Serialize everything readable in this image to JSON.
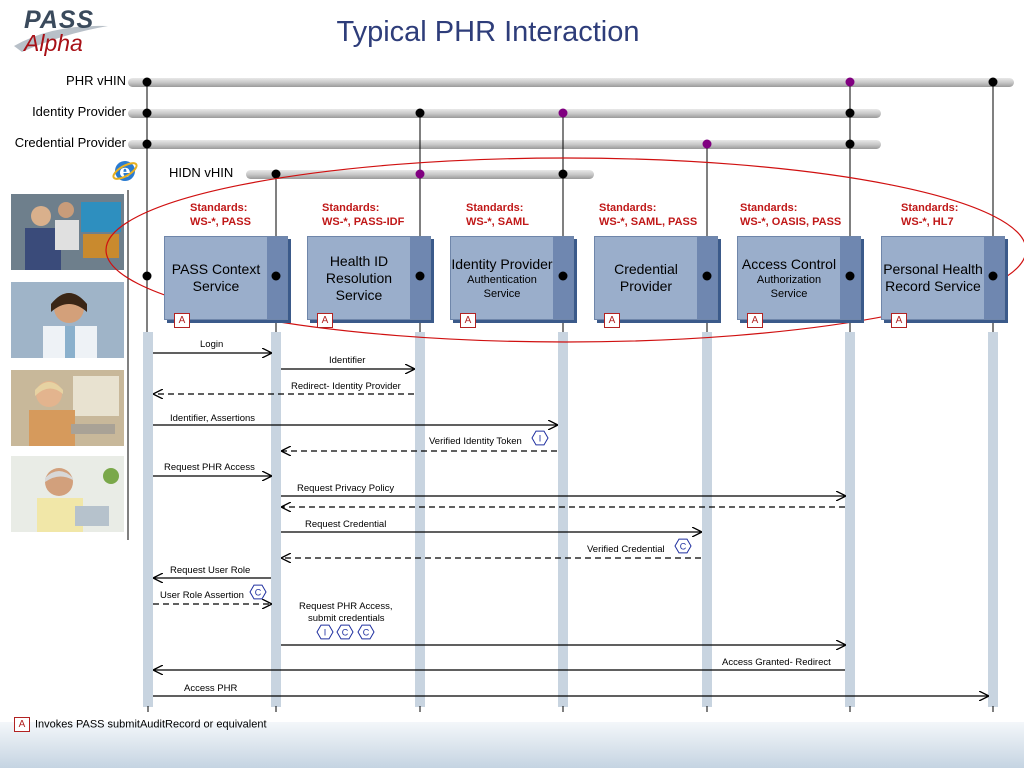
{
  "title": "Typical PHR Interaction",
  "logo": {
    "line1": "PASS",
    "line2": "Alpha"
  },
  "colors": {
    "accent": "#800080",
    "red": "#c01818",
    "box": "#9aaecb",
    "title": "#2e3d7a"
  },
  "buses": [
    {
      "label": "PHR vHIN"
    },
    {
      "label": "Identity Provider"
    },
    {
      "label": "Credential Provider"
    }
  ],
  "hidn_label": "HIDN vHIN",
  "services": [
    {
      "standards_title": "Standards:",
      "standards": "WS-*, PASS",
      "name": "PASS Context Service",
      "sub": "",
      "badge": "A"
    },
    {
      "standards_title": "Standards:",
      "standards": "WS-*, PASS-IDF",
      "name": "Health ID Resolution Service",
      "sub": "",
      "badge": "A"
    },
    {
      "standards_title": "Standards:",
      "standards": "WS-*, SAML",
      "name": "Identity Provider",
      "sub": "Authentication Service",
      "badge": "A"
    },
    {
      "standards_title": "Standards:",
      "standards": "WS-*, SAML, PASS",
      "name": "Credential Provider",
      "sub": "",
      "badge": "A"
    },
    {
      "standards_title": "Standards:",
      "standards": "WS-*, OASIS, PASS",
      "name": "Access Control",
      "sub": "Authorization Service",
      "badge": "A"
    },
    {
      "standards_title": "Standards:",
      "standards": "WS-*, HL7",
      "name": "Personal Health Record Service",
      "sub": "",
      "badge": "A"
    }
  ],
  "messages": [
    {
      "text": "Login"
    },
    {
      "text": "Identifier"
    },
    {
      "text": "Redirect- Identity Provider"
    },
    {
      "text": "Identifier, Assertions"
    },
    {
      "text": "Verified Identity Token"
    },
    {
      "text": "Request PHR Access"
    },
    {
      "text": "Request Privacy Policy"
    },
    {
      "text": "Request Credential"
    },
    {
      "text": "Verified Credential"
    },
    {
      "text": "Request User Role"
    },
    {
      "text": "User Role Assertion"
    },
    {
      "text": "Request PHR Access,"
    },
    {
      "text": "submit credentials"
    },
    {
      "text": "Access Granted- Redirect"
    },
    {
      "text": "Access PHR"
    }
  ],
  "token_badges": {
    "i": "I",
    "c": "C"
  },
  "legend": {
    "badge": "A",
    "text": "Invokes PASS submitAuditRecord or equivalent"
  }
}
